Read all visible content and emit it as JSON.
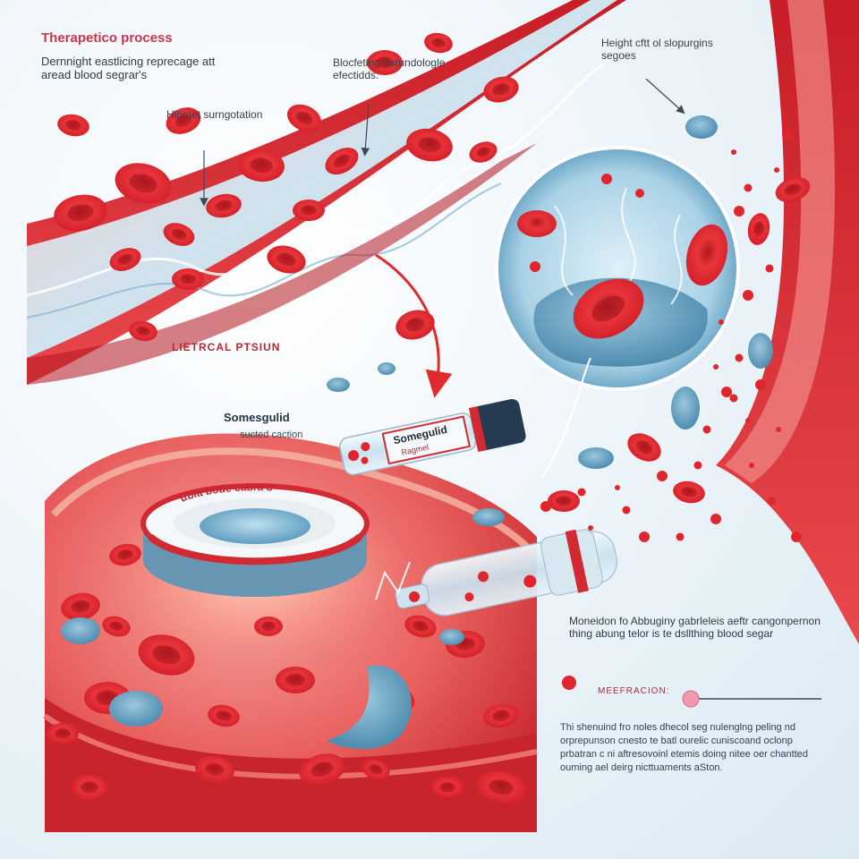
{
  "title": "Therapetico process",
  "intro": "Dernnight eastlicing reprecage att aread blood segrar's",
  "callouts": {
    "left": "Hlomet surngotation",
    "middle": "Blocfeting durundologle efectidds.",
    "right": "Height cftt ol slopurgins segoes"
  },
  "region_label": "LIETRCAL PTSIUN",
  "drug": {
    "name": "Somesgulid",
    "subtitle": "sucted caction",
    "vial_label": "Somegulid",
    "vial_sub": "Ragmel",
    "dish_label": "ubla bode cabra o"
  },
  "mechanism_text": "Moneidon fo Abbuginy gabrleleis aeftr cangonpernon thing abung telor is te dsllthing blood segar",
  "legend": {
    "label": "MEEFRACION:"
  },
  "description": "Thi shenuind fro noles dhecol seg nulenglng peling nd orprepunson cnesto te batl ourelic cuniscoand oclonp prbatran c ni aftresovoinl etemis doing nitee oer chantted ouming ael deirg nicttuaments aSton.",
  "colors": {
    "vessel": "#d8232e",
    "cell": "#e2262d",
    "accent_blue": "#5fa2c4",
    "text": "#2a3a4a"
  }
}
